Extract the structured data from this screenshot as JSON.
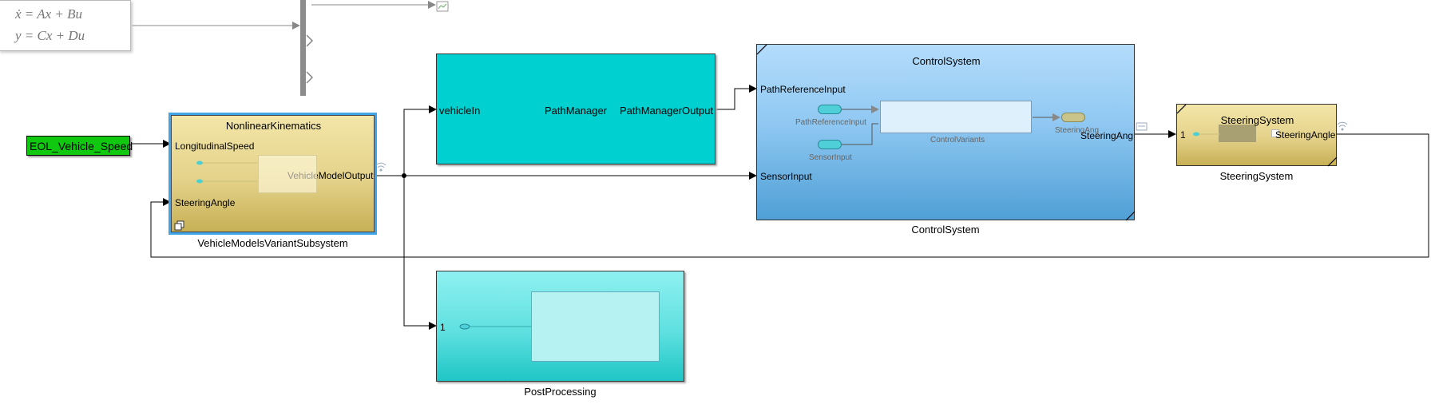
{
  "state_space": {
    "eq1": "ẋ = Ax + Bu",
    "eq2": "y = Cx + Du"
  },
  "eol_speed": {
    "label": "EOL_Vehicle_Speed",
    "color": "#10c810"
  },
  "vehicle_model": {
    "title": "NonlinearKinematics",
    "caption": "VehicleModelsVariantSubsystem",
    "in1": "LongitudinalSpeed",
    "in2": "SteeringAngle",
    "out1": "VehicleModelOutput"
  },
  "path_manager": {
    "title": "PathManager",
    "in1": "vehicleIn",
    "out1": "PathManagerOutput"
  },
  "control_system": {
    "title": "ControlSystem",
    "caption": "ControlSystem",
    "in1": "PathReferenceInput",
    "in2": "SensorInput",
    "out1": "SteeringAng",
    "inner_in1": "PathReferenceInput",
    "inner_in2": "SensorInput",
    "inner_block": "ControlVariants",
    "inner_out": "SteeringAng"
  },
  "steering_system": {
    "title": "SteeringSystem",
    "caption": "SteeringSystem",
    "in1": "1",
    "out1": "SteeringAngle"
  },
  "post_processing": {
    "caption": "PostProcessing",
    "in1": "1"
  },
  "colors": {
    "cyan_block": "#00d0d0",
    "gold_block": "#e7d78c",
    "blue_block": "#7cc4f2",
    "selection": "#3fa5e6"
  }
}
